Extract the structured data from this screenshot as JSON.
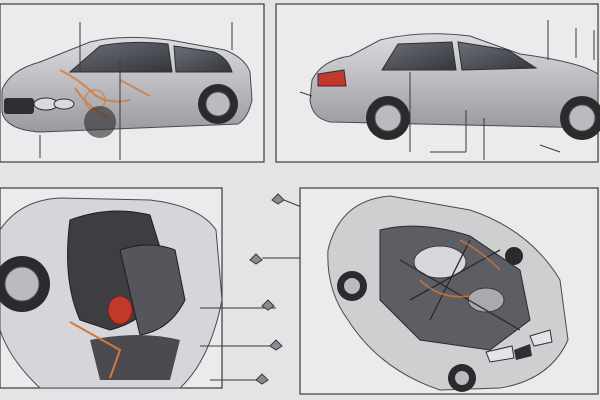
{
  "image": {
    "description_text": "",
    "panels": [
      {
        "id": "front-three-quarter-car",
        "icon": "sedan-front-three-quarter-icon"
      },
      {
        "id": "rear-three-quarter-car",
        "icon": "sedan-rear-three-quarter-icon"
      },
      {
        "id": "interior-cutaway",
        "icon": "interior-cutaway-icon"
      },
      {
        "id": "exploded-car-overhead",
        "icon": "exploded-chassis-icon"
      }
    ],
    "colors": {
      "background": "#e4e4e6",
      "frame": "#3b3b3b",
      "body_light": "#cfcfd2",
      "body_mid": "#9a9aa0",
      "body_dark": "#2f2f33",
      "accent_red": "#c0392b",
      "accent_orange": "#d07a3b",
      "callout": "#3a3a3a"
    }
  }
}
